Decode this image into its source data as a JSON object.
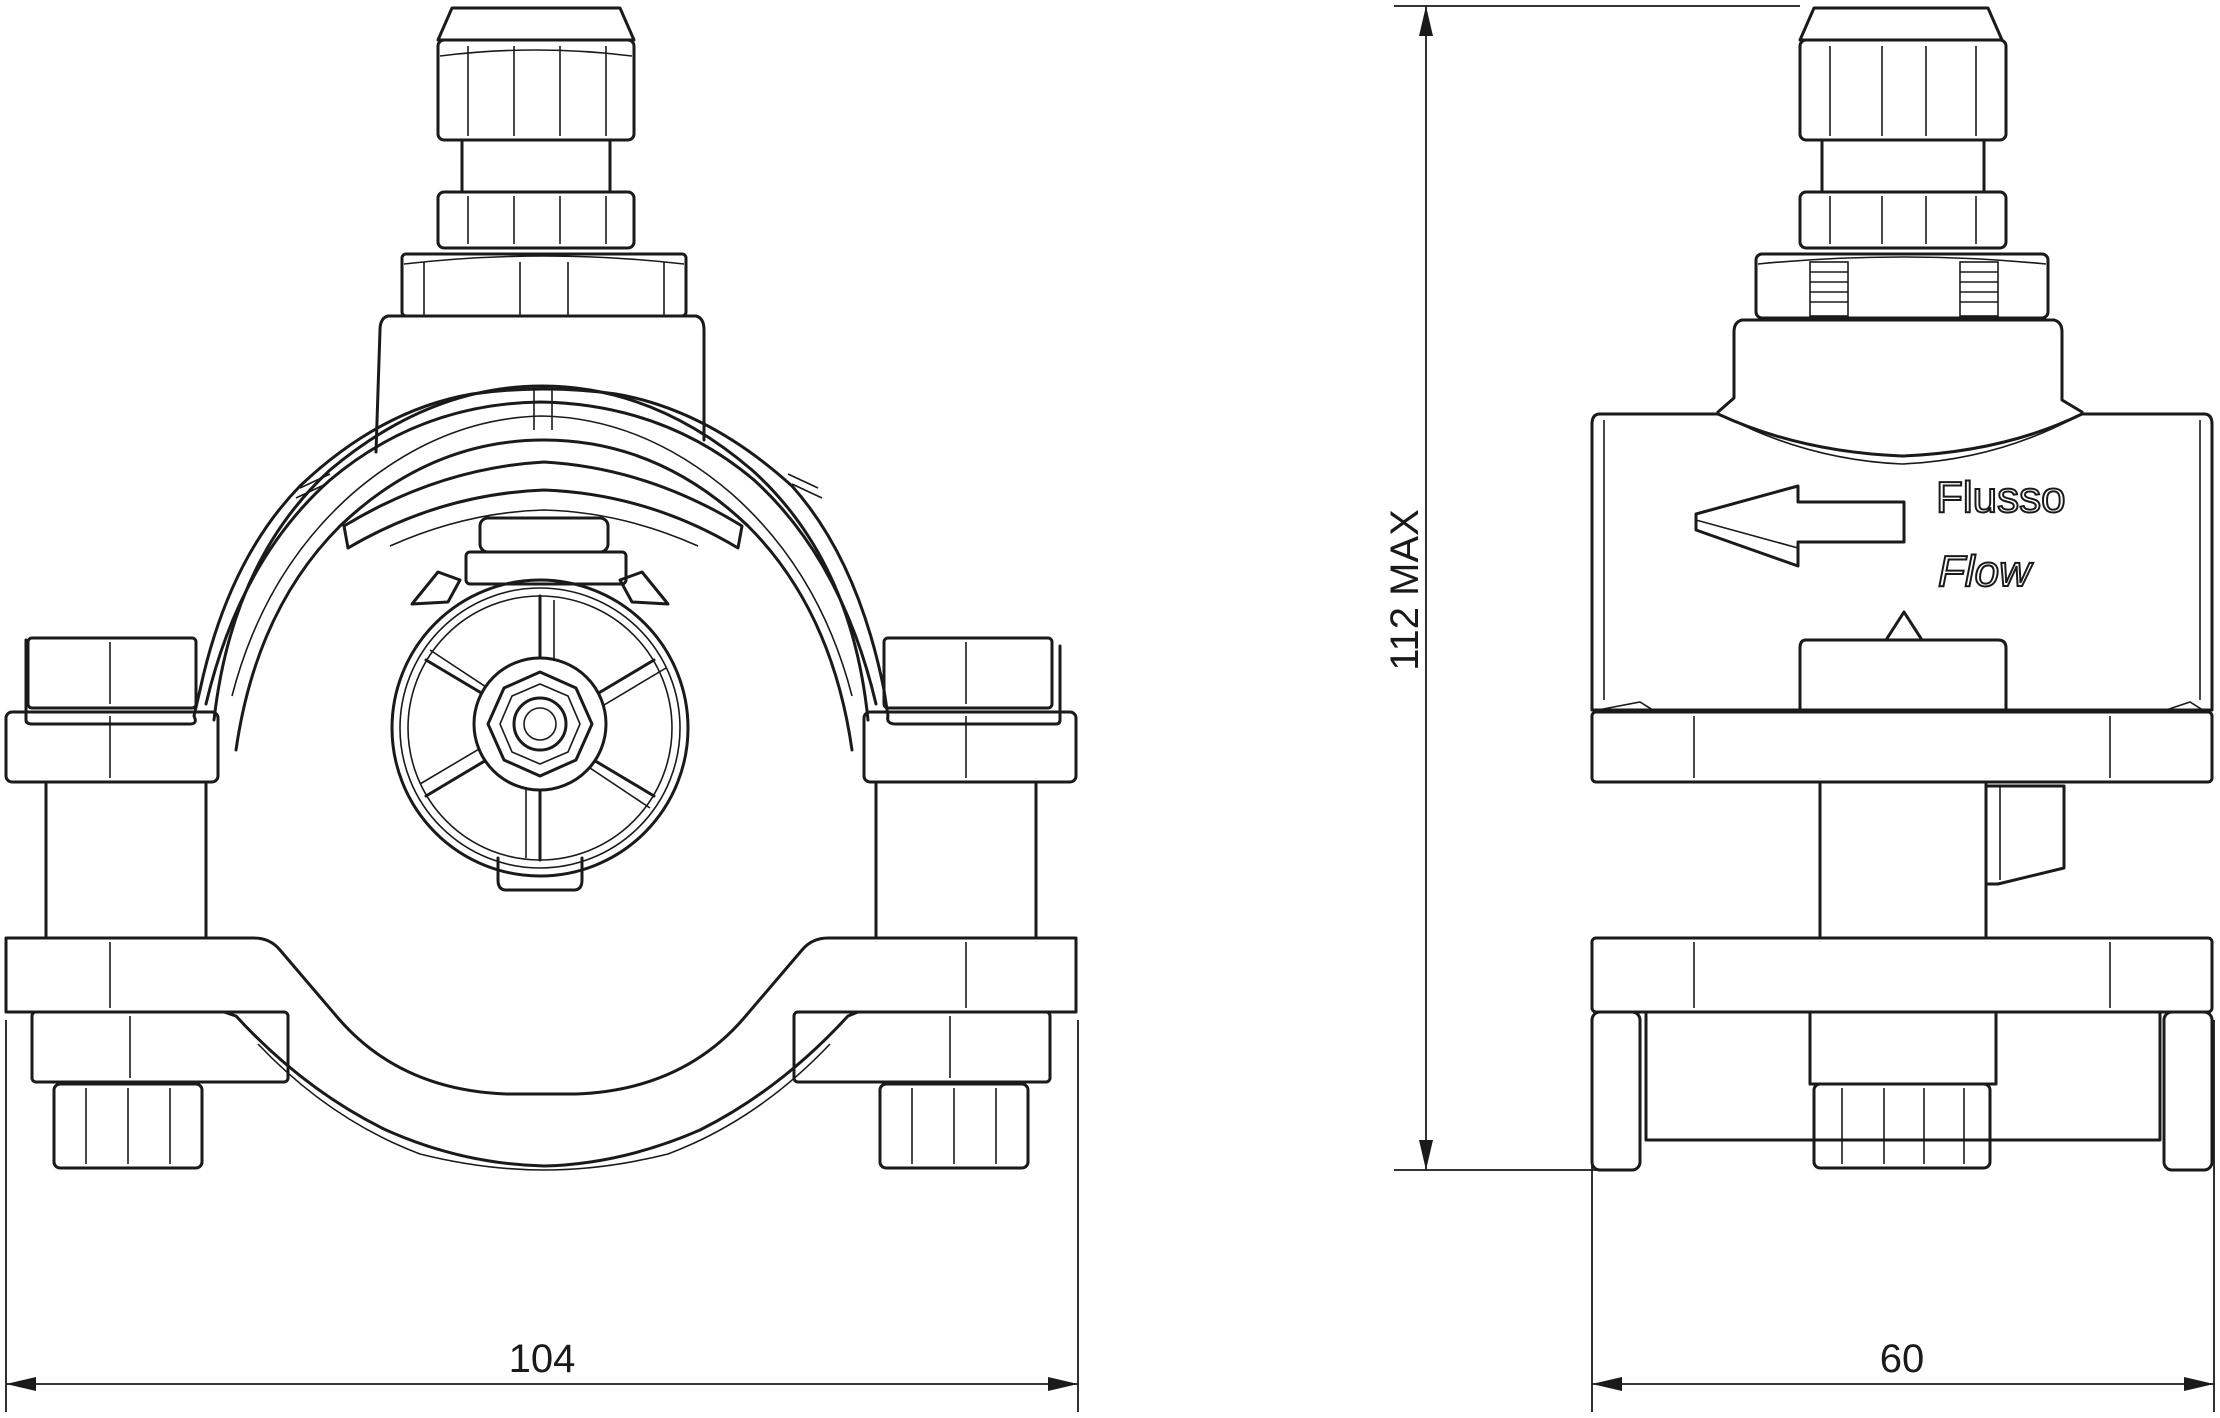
{
  "dimensions": {
    "front_width": "104",
    "side_width": "60",
    "height": "112 MAX"
  },
  "marking": {
    "word_it": "Flusso",
    "word_en": "Flow"
  }
}
